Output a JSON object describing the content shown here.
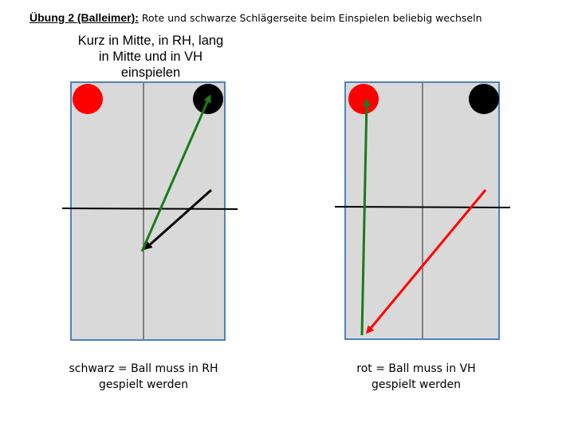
{
  "header": {
    "title_bold": "Übung 2 (Balleimer):",
    "title_rest": " Rote und schwarze Schlägerseite beim Einspielen beliebig wechseln"
  },
  "subtitle": {
    "line1": "Kurz in Mitte, in RH, lang",
    "line2": "in Mitte und in VH",
    "line3": "einspielen"
  },
  "captions": {
    "left": {
      "line1": "schwarz = Ball muss in RH",
      "line2": "gespielt werden"
    },
    "right": {
      "line1": "rot = Ball muss in VH",
      "line2": "gespielt werden"
    }
  },
  "colors": {
    "table_fill": "#d9d9d9",
    "table_border": "#4f81bd",
    "center_line": "#808080",
    "net": "#000000",
    "red": "#ff0000",
    "black": "#000000",
    "green": "#1a7a1a"
  }
}
